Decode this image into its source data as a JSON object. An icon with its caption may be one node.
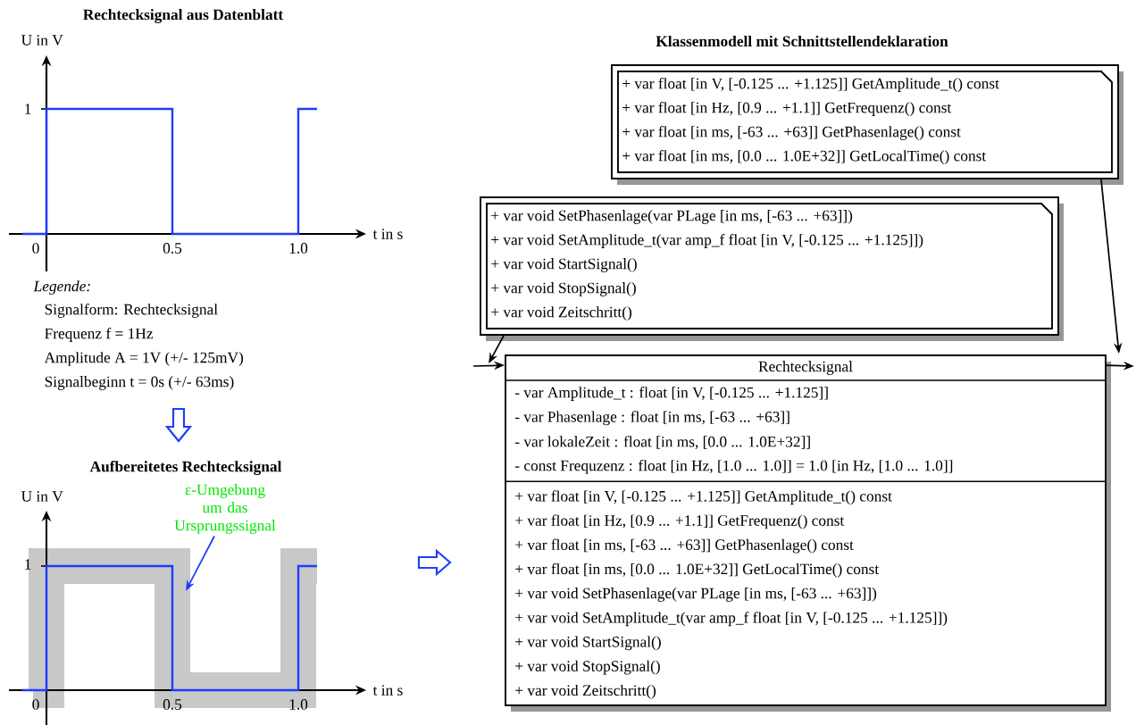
{
  "diagram": {
    "nodes": [
      {
        "text": [
          "+ var float [in V, [-0.125 ... +1.125]] GetAmplitude_t() const",
          "+ var float [in Hz, [0.9 ... +1.1]] GetFrequenz() const",
          "+ var float [in ms, [-63 ... +63]] GetPhasenlage() const",
          "+ var float [in ms, [0.0 ... 1.0E+32]] GetLocalTime() const"
        ]
      },
      {
        "text": [
          "+ var void SetPhasenlage(var PLage [in ms, [-63 ... +63]])",
          "+ var void SetAmplitude_t(var amp_f float [in V, [-0.125 ... +1.125]])",
          "+ var void StartSignal()",
          "+ var void StopSignal()",
          "+ var void Zeitschritt()"
        ]
      },
      {
        "text": [
          "Rechtecksignal",
          "- var Amplitude_t : float [in V, [-0.125 ... +1.125]]",
          "- var Phasenlage : float [in ms, [-63 ... +63]]",
          "- var lokaleZeit : float [in ms, [0.0 ... 1.0E+32]]",
          "- const Frequzenz : float [in Hz, [1.0 ... 1.0]] = 1.0 [in Hz, [1.0 ... 1.0]]",
          "+ var float [in V, [-0.125 ... +1.125]] GetAmplitude_t() const",
          "+ var float [in Hz, [0.9 ... +1.1]] GetFrequenz() const",
          "+ var float [in ms, [-63 ... +63]] GetPhasenlage() const",
          "+ var float [in ms, [0.0 ... 1.0E+32]] GetLocalTime() const",
          "+ var void SetPhasenlage(var PLage [in ms, [-63 ... +63]])",
          "+ var void SetAmplitude_t(var amp_f float [in V, [-0.125 ... +1.125]])",
          "+ var void StartSignal()",
          "+ var void StopSignal()",
          "+ var void Zeitschritt()"
        ]
      },
      {
        "text": [
          "ε-Umgebung um das Ursprungssignal"
        ]
      },
      {
        "text": [],
        "shape": "band"
      }
    ],
    "edges": [
      {
        "from": 0,
        "to": 2,
        "arrow": "to"
      },
      {
        "from": 1,
        "to": 2,
        "arrow": "to"
      },
      {
        "from": null,
        "to": 2,
        "arrow": "to"
      },
      {
        "from": 2,
        "to": null,
        "arrow": "to"
      },
      {
        "from": 3,
        "to": 4,
        "arrow": "to",
        "color": "#1a3cff"
      }
    ],
    "labels": [
      "Rechtecksignal aus Datenblatt",
      "U in V",
      "1",
      "0",
      "0.5",
      "1.0",
      "t in s",
      "Legende:",
      "Signalform: Rechtecksignal",
      "Frequenz f = 1Hz",
      "Amplitude A = 1V (+/- 125mV)",
      "Signalbeginn t = 0s (+/- 63ms)",
      "Aufbereitetes Rechtecksignal",
      "U in V",
      "1",
      "0",
      "0.5",
      "1.0",
      "t in s",
      "Klassenmodell mit Schnittstellendeklaration"
    ]
  }
}
